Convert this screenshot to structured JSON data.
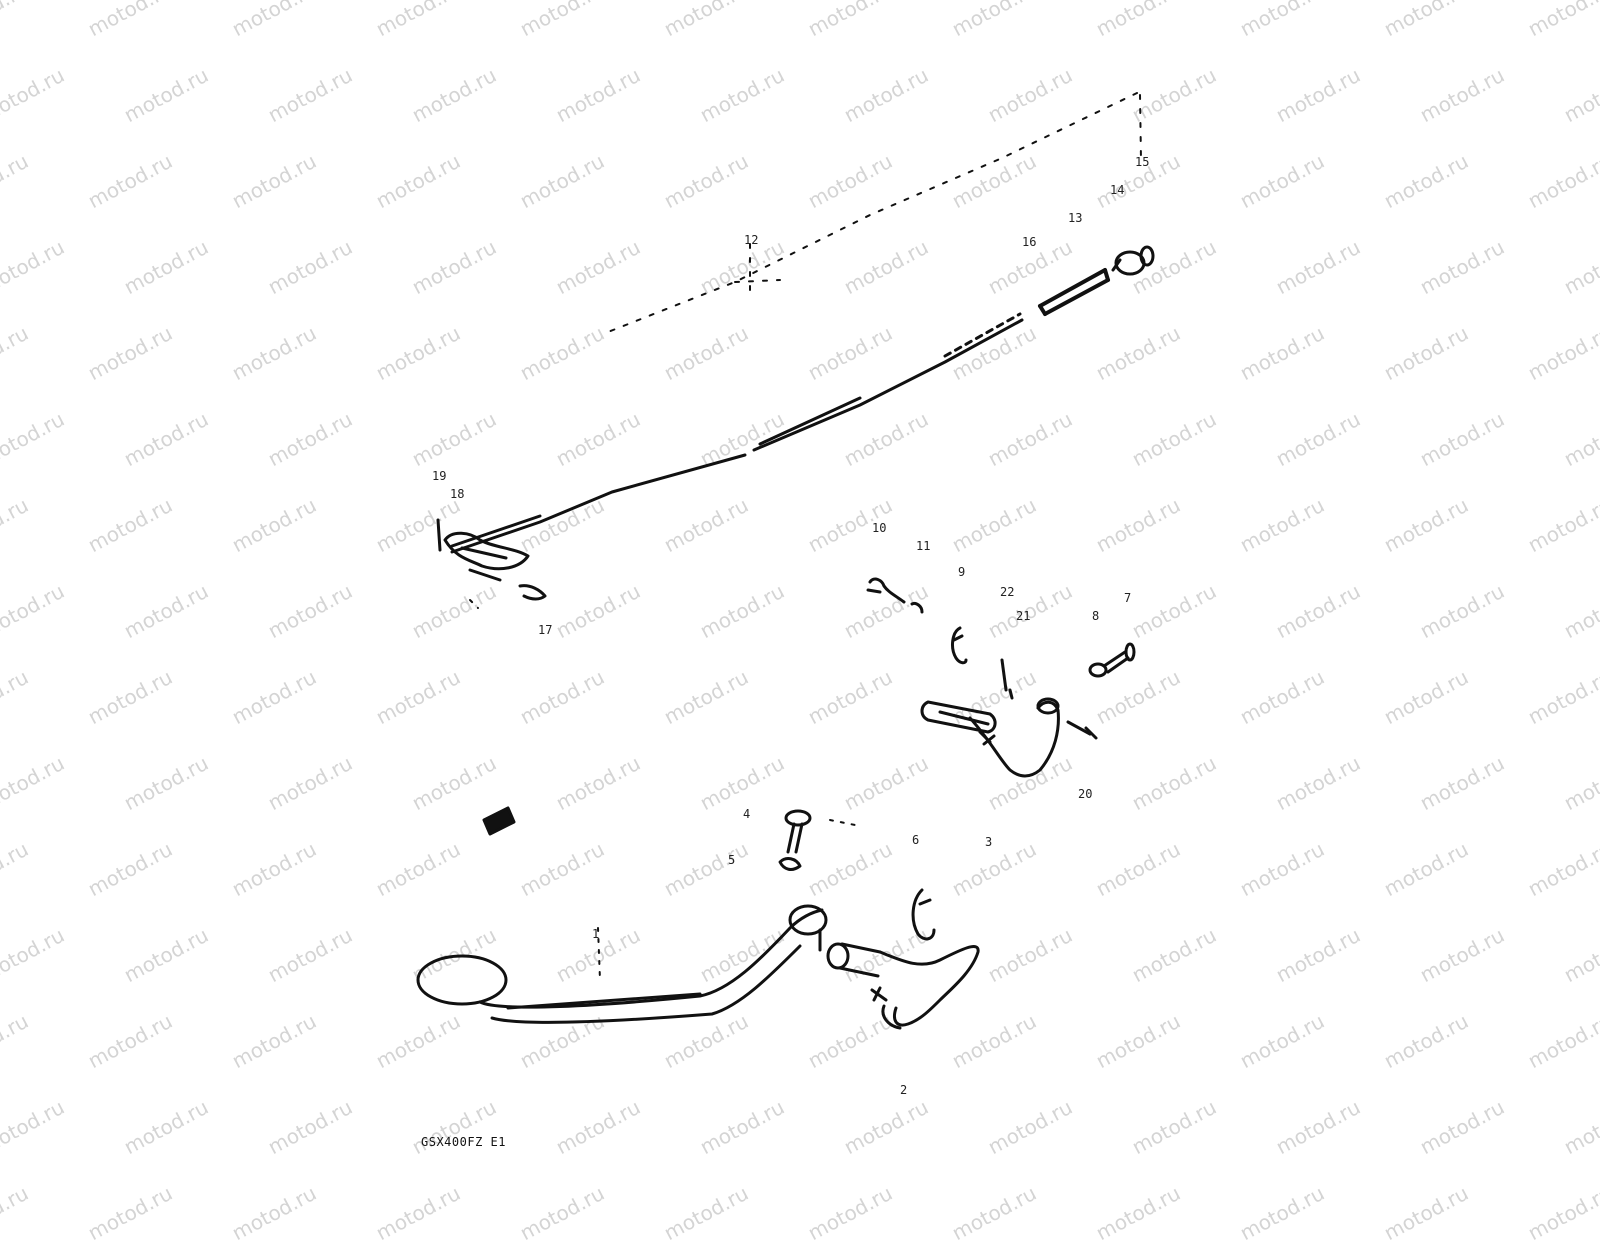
{
  "watermark": {
    "text": "motod.ru"
  },
  "diagram": {
    "code": "GSX400FZ E1",
    "callouts": [
      "1",
      "2",
      "3",
      "4",
      "5",
      "6",
      "7",
      "8",
      "9",
      "10",
      "11",
      "12",
      "13",
      "14",
      "15",
      "16",
      "17",
      "18",
      "19",
      "20",
      "21",
      "22"
    ]
  },
  "colors": {
    "line": "#111111",
    "watermark": "#d4d4d4",
    "background": "#ffffff"
  }
}
